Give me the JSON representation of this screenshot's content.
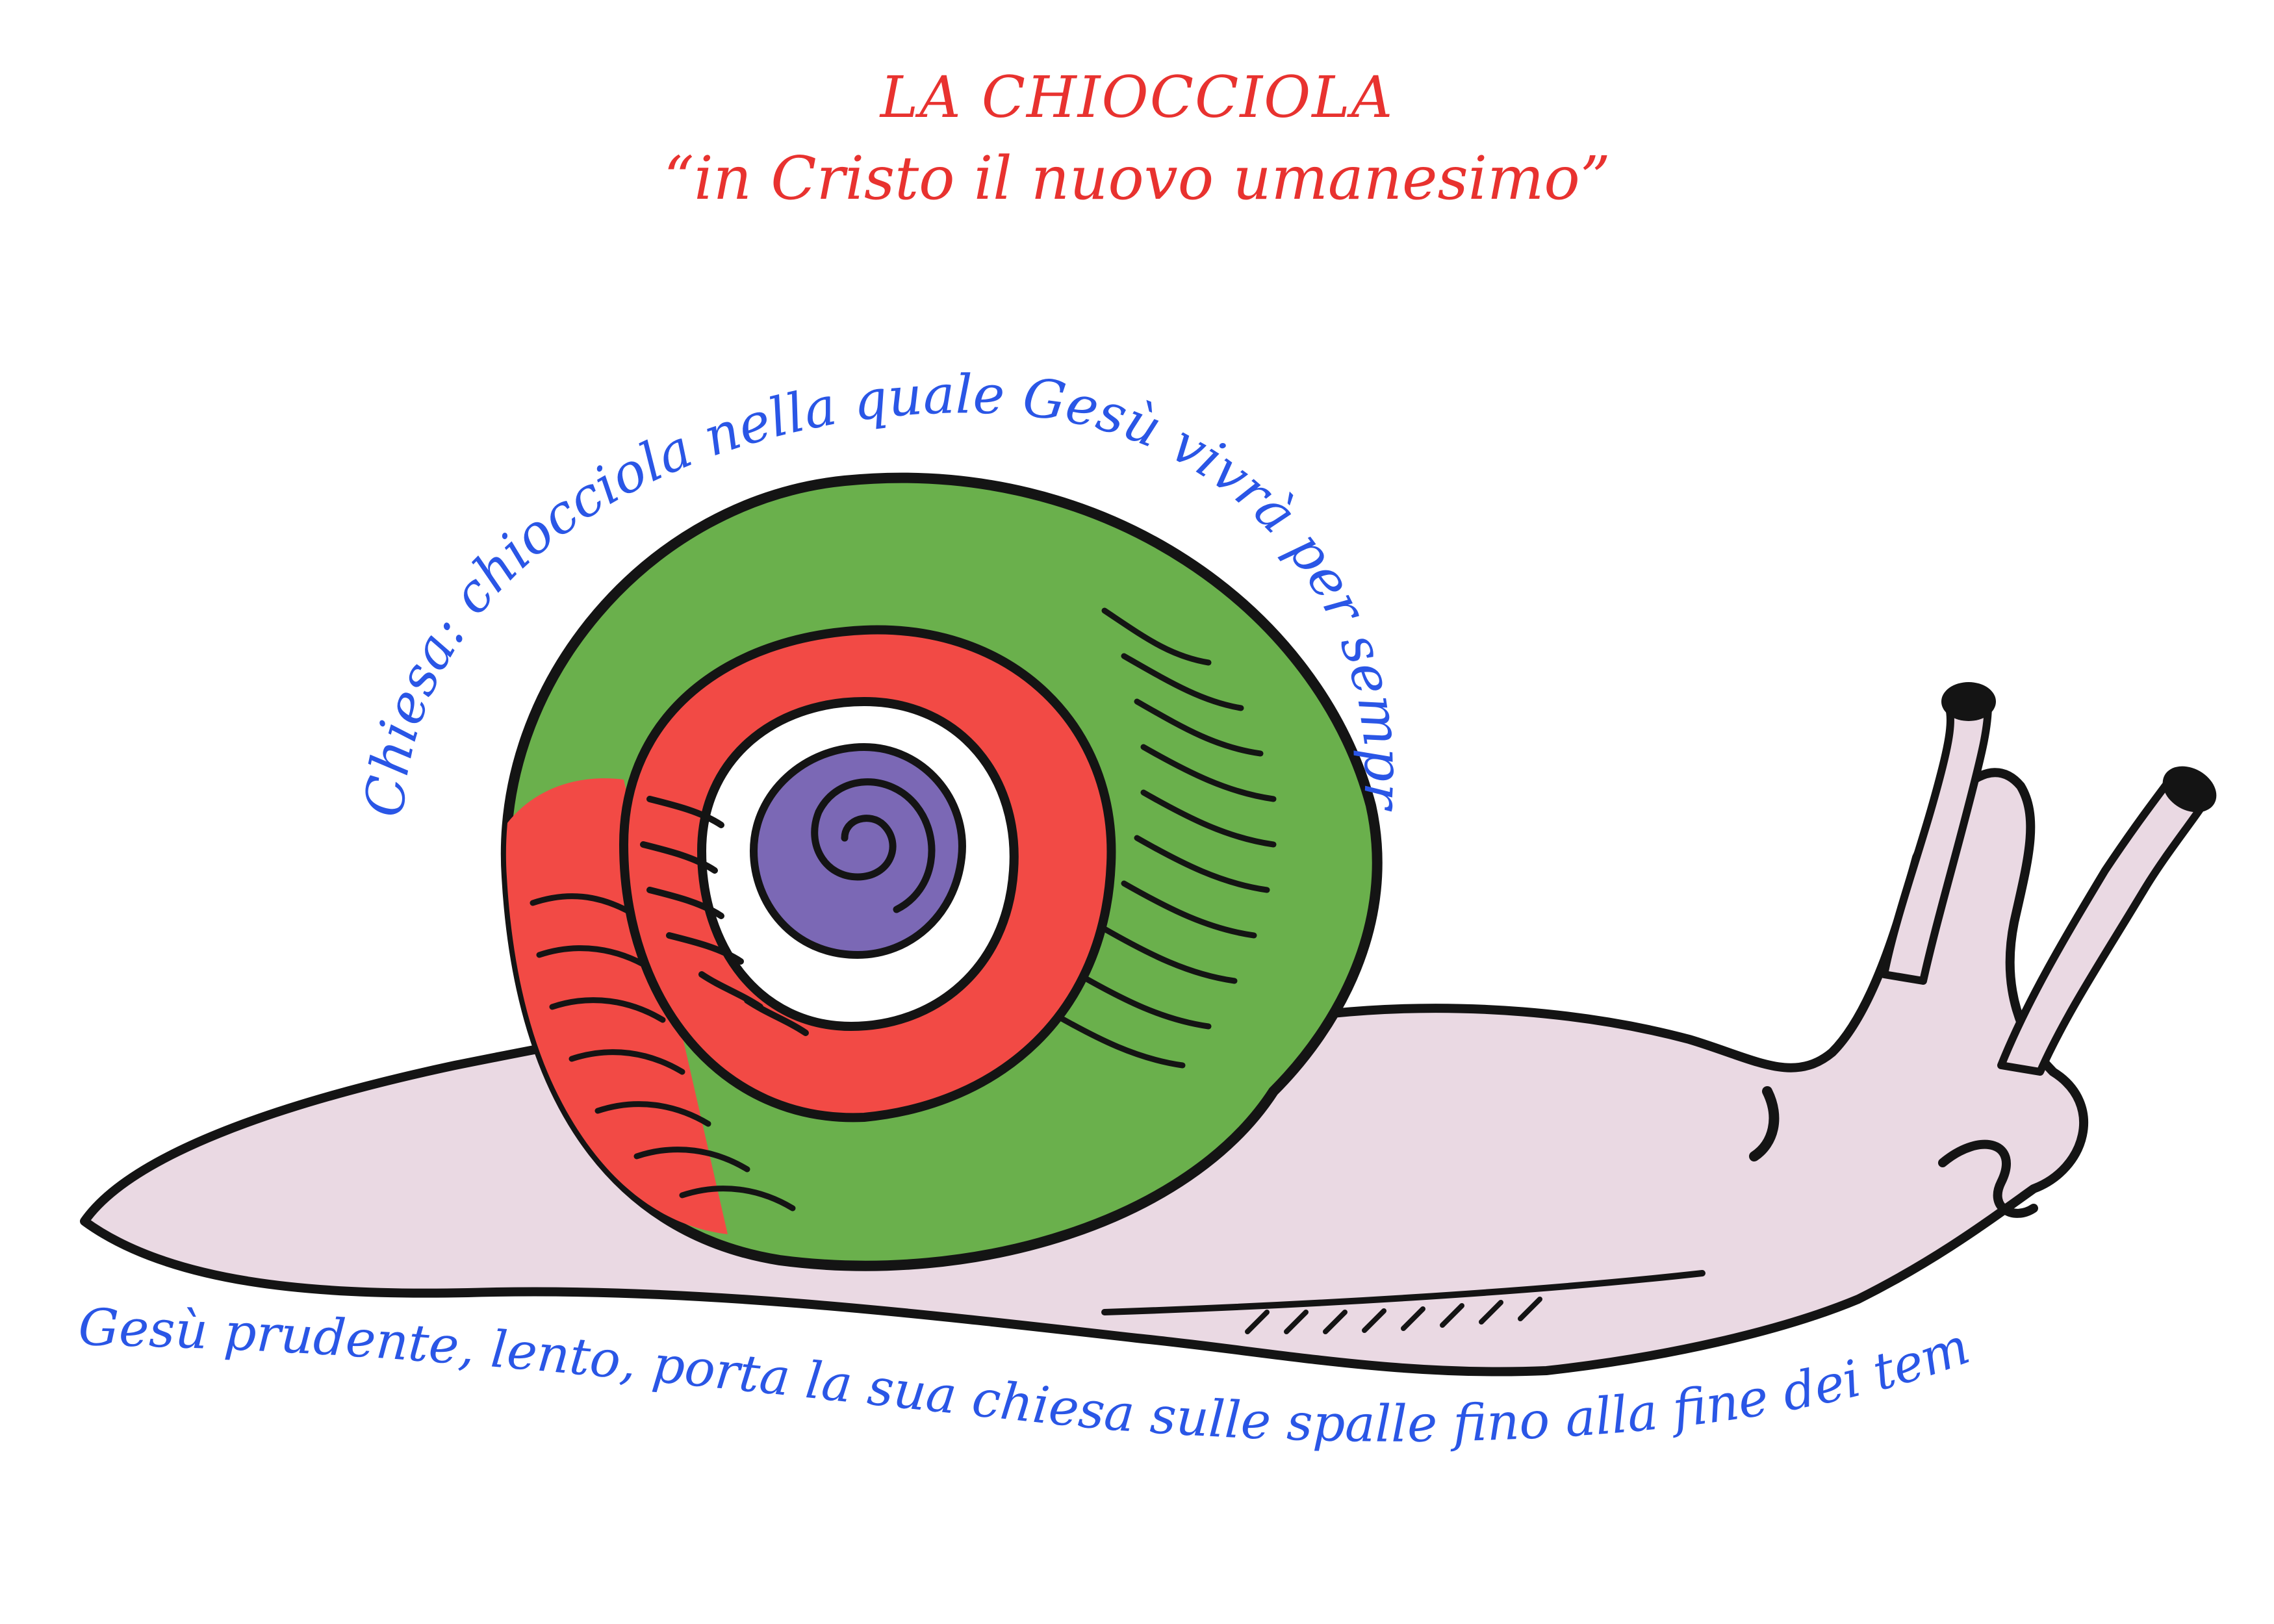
{
  "title": "LA CHIOCCIOLA",
  "subtitle": "“in Cristo il nuovo umanesimo”",
  "shell_caption": "Chiesa: chiocciola nella quale Gesù vivrà per sempre",
  "body_caption": "Gesù prudente, lento, porta la sua chiesa sulle spalle fino alla fine dei tempi",
  "illustration": {
    "subject": "snail",
    "shell_band_colors": [
      "#6ab04c",
      "#f24a45",
      "#ffffff",
      "#7b68b5"
    ],
    "body_color": "#ead9e3",
    "outline_color": "#141414"
  },
  "colors": {
    "title": "#e8322f",
    "caption": "#2a56e6"
  }
}
